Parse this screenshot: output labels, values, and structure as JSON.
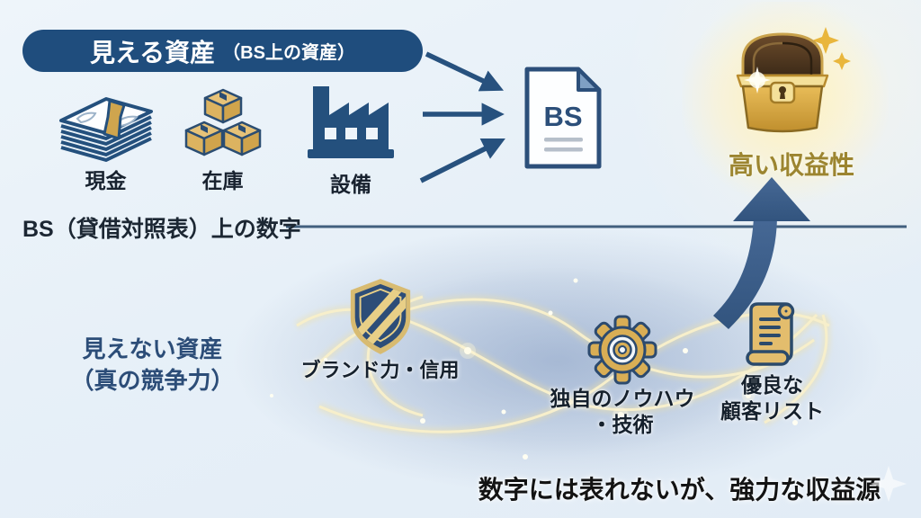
{
  "colors": {
    "navy": "#1f4d7d",
    "arrow_navy": "#27517e",
    "gold": "#d9ae55",
    "text_dark": "#18222f",
    "chest_label_gold": "#9c8530",
    "background": "#e9f1f8"
  },
  "visible_assets": {
    "pill_title": "見える資産",
    "pill_subtitle": "（BS上の資産）",
    "items": [
      {
        "label": "現金",
        "icon": "cash-icon"
      },
      {
        "label": "在庫",
        "icon": "inventory-boxes-icon"
      },
      {
        "label": "設備",
        "icon": "factory-icon"
      }
    ],
    "document_label": "BS",
    "caption": "BS（貸借対照表）上の数字"
  },
  "invisible_assets": {
    "title_lines": [
      "見えない資産",
      "（真の競争力）"
    ],
    "items": [
      {
        "label_lines": [
          "ブランド力・信用"
        ],
        "icon": "shield-icon"
      },
      {
        "label_lines": [
          "独自のノウハウ",
          "・技術"
        ],
        "icon": "gear-icon"
      },
      {
        "label_lines": [
          "優良な",
          "顧客リスト"
        ],
        "icon": "scroll-icon"
      }
    ],
    "caption": "数字には表れないが、強力な収益源"
  },
  "outcome": {
    "label": "高い収益性",
    "icon": "treasure-chest-icon"
  }
}
